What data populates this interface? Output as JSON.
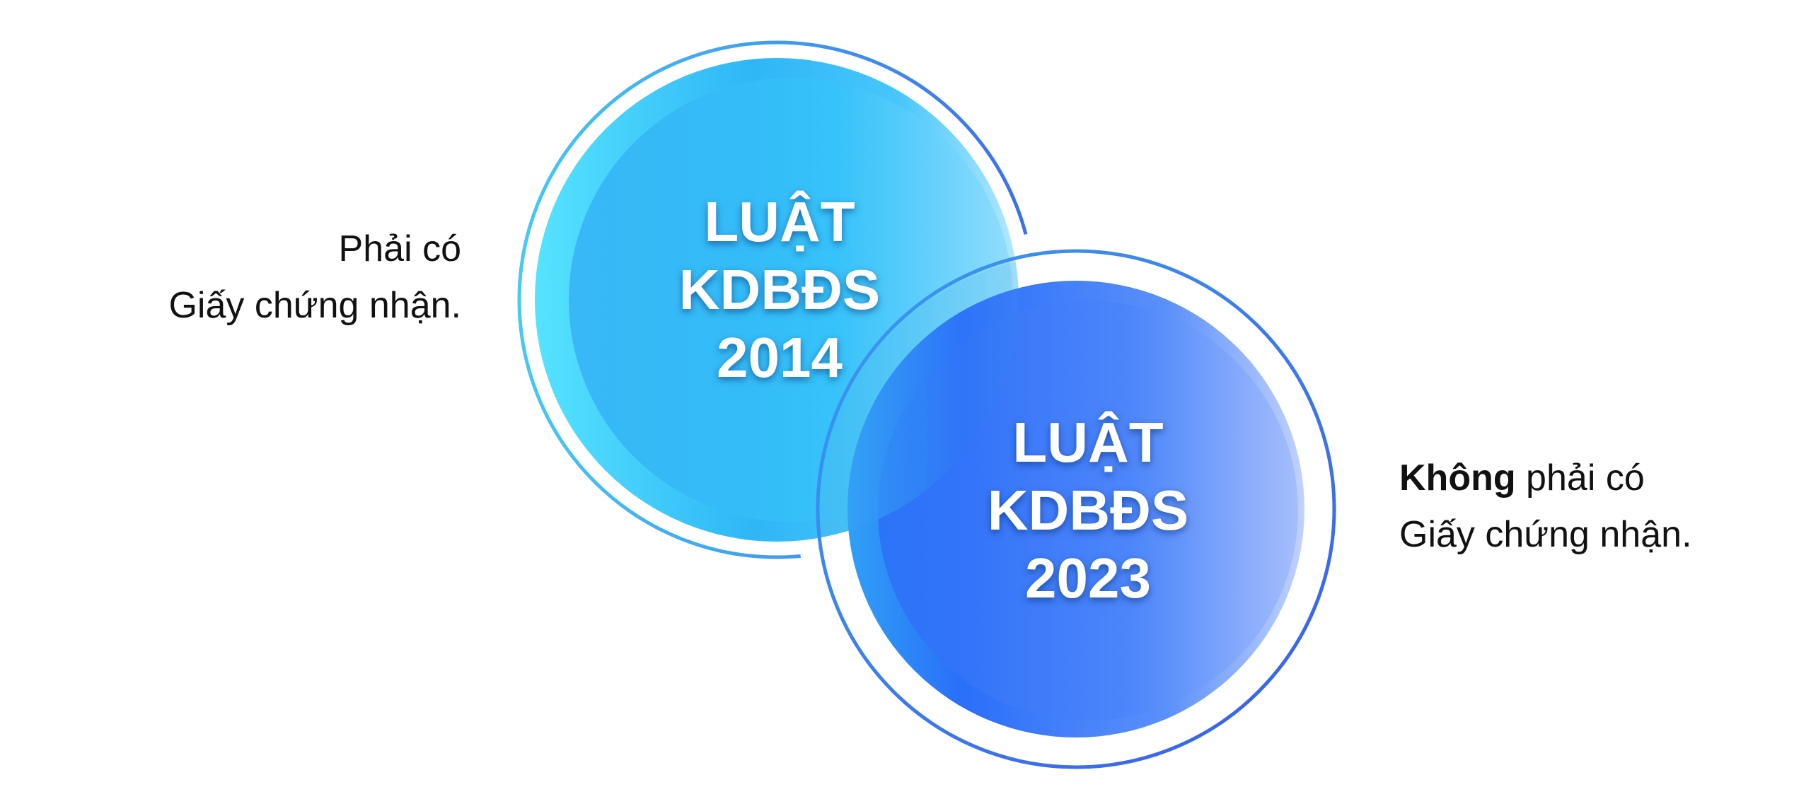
{
  "left_note": {
    "line1": "Phải có",
    "line2": "Giấy chứng nhận."
  },
  "right_note": {
    "bold": "Không",
    "line1_rest": " phải có",
    "line2": "Giấy chứng nhận."
  },
  "circles": [
    {
      "line1": "LUẬT",
      "line2": "KDBĐS",
      "line3": "2014"
    },
    {
      "line1": "LUẬT",
      "line2": "KDBĐS",
      "line3": "2023"
    }
  ],
  "colors": {
    "circle_2014_light": "#56e3ff",
    "circle_2014_mid": "#2fb6f6",
    "circle_2014_edge": "#b5e9fd",
    "circle_2023_dark": "#2a6ff9",
    "circle_2023_mid": "#5b90fb",
    "circle_2023_edge": "#c2d2fd",
    "outline_cyan": "#3eb7ee",
    "outline_blue": "#3a67ea"
  }
}
